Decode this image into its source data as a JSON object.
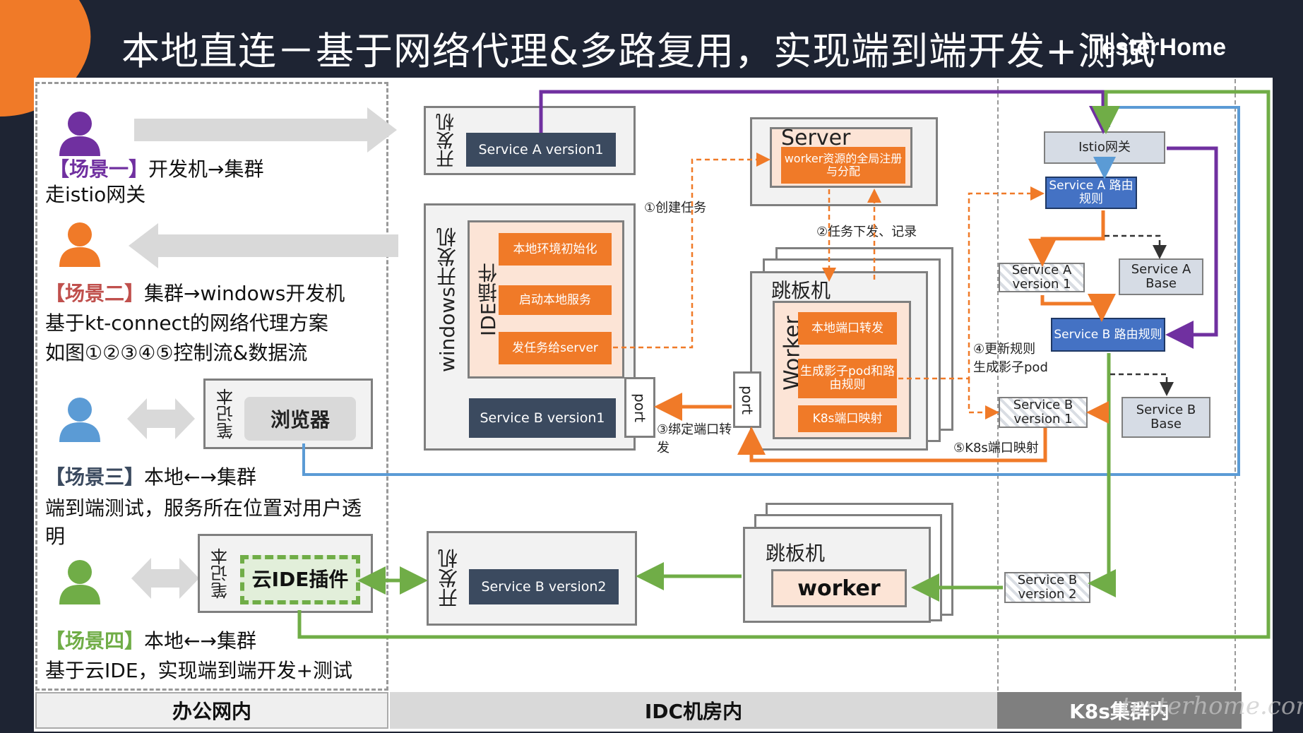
{
  "title": "本地直连－基于网络代理&多路复用，实现端到端开发+测试",
  "brand": "TesterHome",
  "watermark": "testerhome.com",
  "colors": {
    "purple": "#7030a0",
    "blue": "#5b9bd5",
    "green": "#70ad47",
    "orange": "#f07a28",
    "navy": "#3b4a5f"
  },
  "scenarios": [
    {
      "tag": "【场景一】",
      "line1": "开发机→集群",
      "line2": "走istio网关",
      "color": "#7030a0"
    },
    {
      "tag": "【场景二】",
      "line1": "集群→windows开发机",
      "line2": "基于kt-connect的网络代理方案",
      "line3": "如图①②③④⑤控制流&数据流",
      "color": "#c0504d"
    },
    {
      "tag": "【场景三】",
      "line1": "本地←→集群",
      "line2": "端到端测试，服务所在位置对用户透",
      "line3": "明",
      "color": "#3b4a5f"
    },
    {
      "tag": "【场景四】",
      "line1": "本地←→集群",
      "line2": "基于云IDE，实现端到端开发+测试",
      "color": "#70ad47"
    }
  ],
  "laptop1": {
    "label": "笔记本",
    "inner": "浏览器"
  },
  "laptop2": {
    "label": "笔记本",
    "inner": "云IDE插件"
  },
  "devmachine1": {
    "label": "开发机",
    "service": "Service A version1"
  },
  "windows": {
    "label": "windows开发机",
    "plugin": "IDE插件",
    "items": [
      "本地环境初始化",
      "启动本地服务",
      "发任务给server"
    ],
    "service": "Service B version1",
    "port": "port"
  },
  "server": {
    "label": "Server",
    "inner": "worker资源的全局注册与分配"
  },
  "jump1": {
    "label": "跳板机",
    "worker": "Worker",
    "items": [
      "本地端口转发",
      "生成影子pod和路由规则",
      "K8s端口映射"
    ],
    "port": "port"
  },
  "jump2": {
    "label": "跳板机",
    "worker": "worker"
  },
  "devmachine2": {
    "label": "开发机",
    "service": "Service B version2"
  },
  "k8s": {
    "gateway": "Istio网关",
    "routeA": "Service A 路由规则",
    "svcA1": "Service A version 1",
    "svcABase": "Service A Base",
    "routeB": "Service B 路由规则",
    "svcB1": "Service B version 1",
    "svcBBase": "Service B Base",
    "svcB2": "Service B version 2"
  },
  "steps": {
    "s1": "①创建任务",
    "s2": "②任务下发、记录",
    "s3a": "③绑定端口转",
    "s3b": "发",
    "s4a": "④更新规则",
    "s4b": "生成影子pod",
    "s5": "⑤K8s端口映射"
  },
  "zones": [
    "办公网内",
    "IDC机房内",
    "K8s集群内"
  ]
}
